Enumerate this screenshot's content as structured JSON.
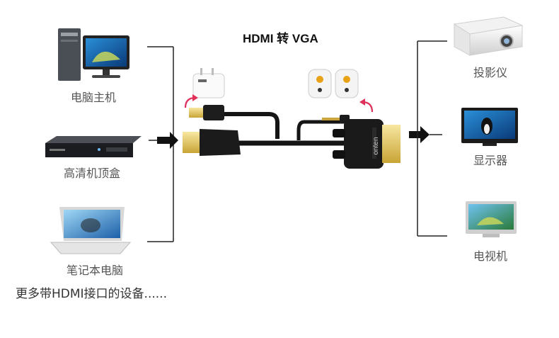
{
  "title": "HDMI 转 VGA",
  "sources": [
    {
      "label": "电脑主机",
      "icon": "desktop-pc-icon"
    },
    {
      "label": "高清机顶盒",
      "icon": "set-top-box-icon"
    },
    {
      "label": "笔记本电脑",
      "icon": "laptop-icon"
    }
  ],
  "displays": [
    {
      "label": "投影仪",
      "icon": "projector-icon"
    },
    {
      "label": "显示器",
      "icon": "monitor-icon"
    },
    {
      "label": "电视机",
      "icon": "tv-icon"
    }
  ],
  "more_devices": "更多带HDMI接口的设备......",
  "cable": {
    "brand": "onten",
    "accessories": [
      "usb-power-adapter-icon",
      "speakers-icon"
    ],
    "accent_color": "#e0305a"
  }
}
